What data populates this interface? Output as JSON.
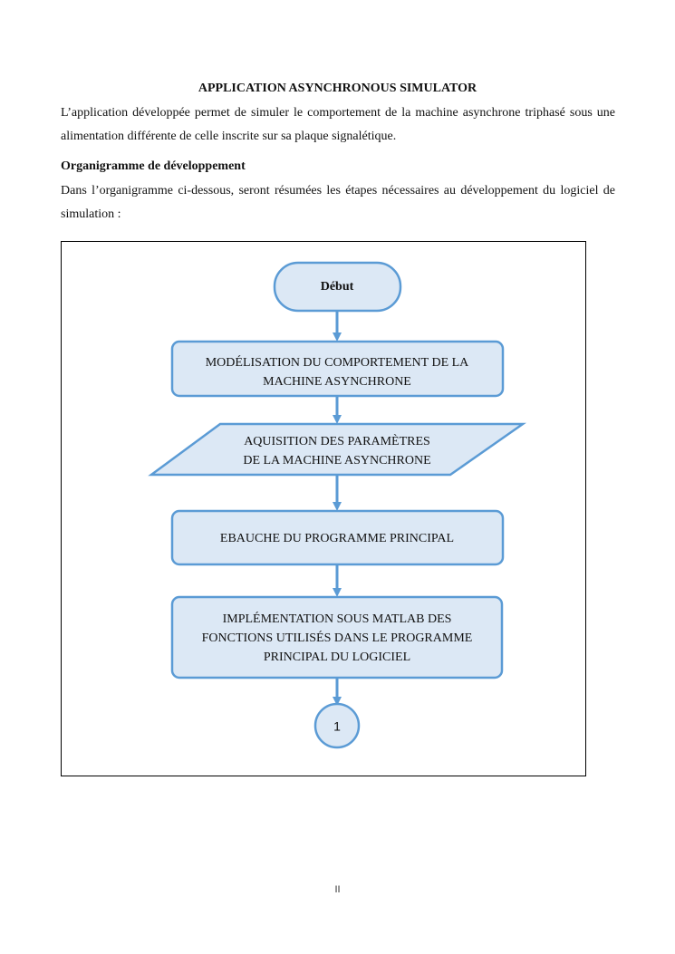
{
  "document": {
    "title": "APPLICATION ASYNCHRONOUS SIMULATOR",
    "intro": "L’application développée permet de simuler le comportement de la machine asynchrone triphasé sous une alimentation différente de celle inscrite sur sa plaque signalétique.",
    "section_heading": "Organigramme de développement",
    "section_text": "Dans l’organigramme ci-dessous, seront résumées les étapes nécessaires au développement du logiciel de simulation :",
    "page_number": "II"
  },
  "flowchart": {
    "colors": {
      "fill": "#dce8f5",
      "stroke": "#5b9bd5"
    },
    "start": "Début",
    "step1": [
      "MODÉLISATION DU COMPORTEMENT DE LA",
      "MACHINE ASYNCHRONE"
    ],
    "step2": [
      "AQUISITION DES PARAMÈTRES",
      "DE LA MACHINE ASYNCHRONE"
    ],
    "step3": [
      "EBAUCHE DU PROGRAMME PRINCIPAL"
    ],
    "step4": [
      "IMPLÉMENTATION SOUS MATLAB DES",
      "FONCTIONS UTILISÉS DANS LE PROGRAMME",
      "PRINCIPAL DU LOGICIEL"
    ],
    "connector": "1"
  }
}
